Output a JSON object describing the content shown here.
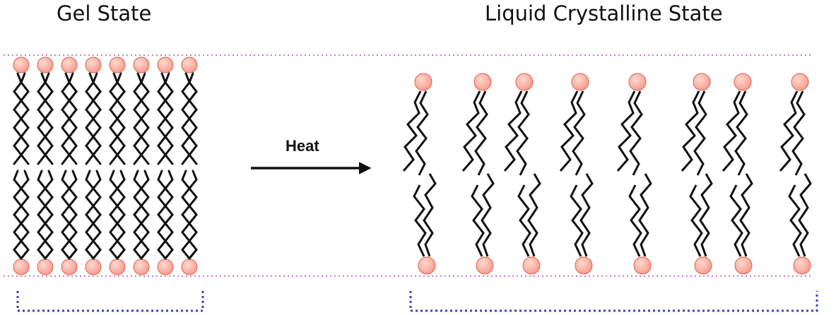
{
  "labels": {
    "gel_state": "Gel State",
    "liquid_crystalline_state": "Liquid Crystalline State",
    "transition": "Heat"
  },
  "structure": {
    "gel_lipid_count": 8,
    "liquid_crystalline_lipid_count": 8,
    "layers": 2
  },
  "colors": {
    "head_fill": "#f59a8c",
    "head_highlight": "#ffd9d0",
    "head_stroke": "#e0604c",
    "tail": "#111111",
    "boundary_dotted": "#c97bd0",
    "bracket": "#3b3ec9",
    "text": "#111111"
  },
  "icons": {
    "arrow": "arrow-right-icon",
    "lipid_head": "lipid-head-icon"
  }
}
